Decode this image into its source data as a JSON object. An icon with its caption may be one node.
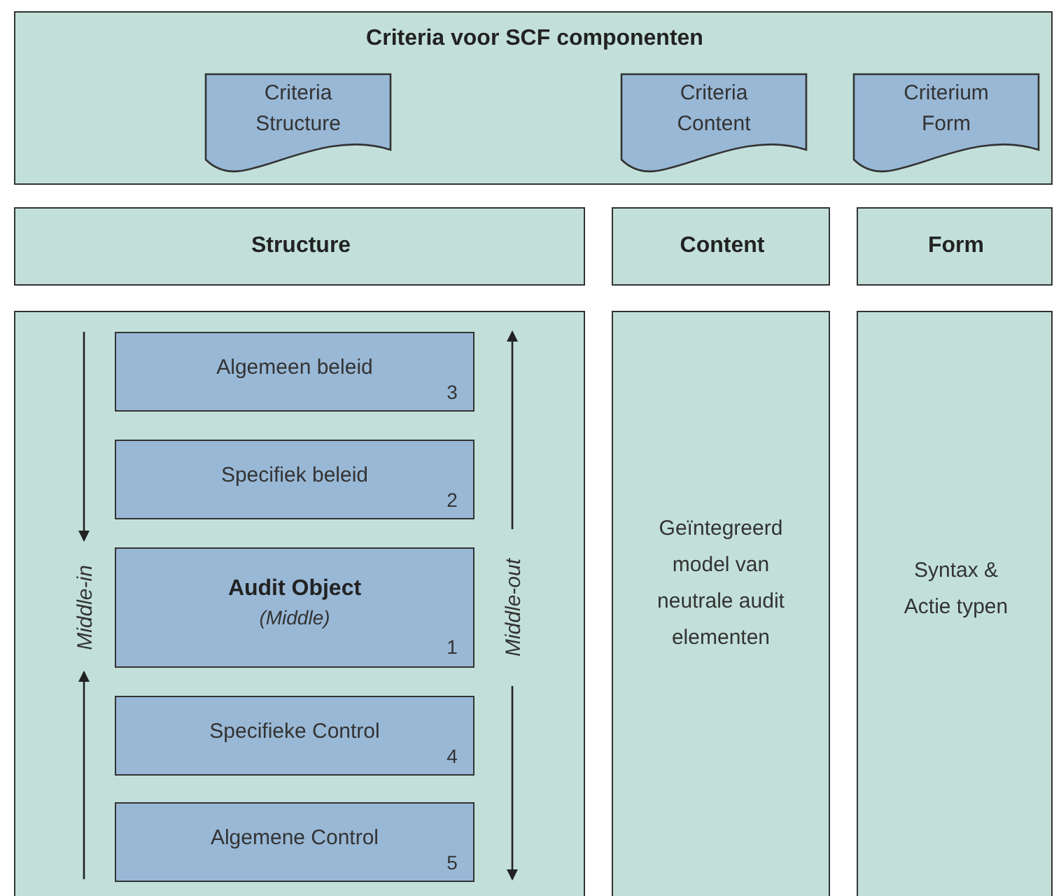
{
  "diagram": {
    "nodes": [
      {
        "text": [
          "Criteria voor SCF componenten"
        ]
      },
      {
        "text": [
          "Criteria Structure"
        ],
        "in": 0
      },
      {
        "text": [
          "Criteria Content"
        ],
        "in": 0
      },
      {
        "text": [
          "Criterium Form"
        ],
        "in": 0
      },
      {
        "text": [
          "Structure"
        ]
      },
      {
        "text": [
          "Content"
        ]
      },
      {
        "text": [
          "Form"
        ]
      },
      {
        "text": [],
        "shape": "box"
      },
      {
        "text": [
          "Algemeen beleid",
          "3"
        ],
        "in": 7
      },
      {
        "text": [
          "Specifiek beleid",
          "2"
        ],
        "in": 7
      },
      {
        "text": [
          "Audit Object",
          "(Middle)",
          "1"
        ],
        "in": 7
      },
      {
        "text": [
          "Specifieke Control",
          "4"
        ],
        "in": 7
      },
      {
        "text": [
          "Algemene Control",
          "5"
        ],
        "in": 7
      },
      {
        "text": [
          "Geïntegreerd model van neutrale audit elementen"
        ]
      },
      {
        "text": [
          "Syntax & Actie typen"
        ]
      }
    ],
    "labels": [
      "Middle-in",
      "Middle-out"
    ]
  }
}
